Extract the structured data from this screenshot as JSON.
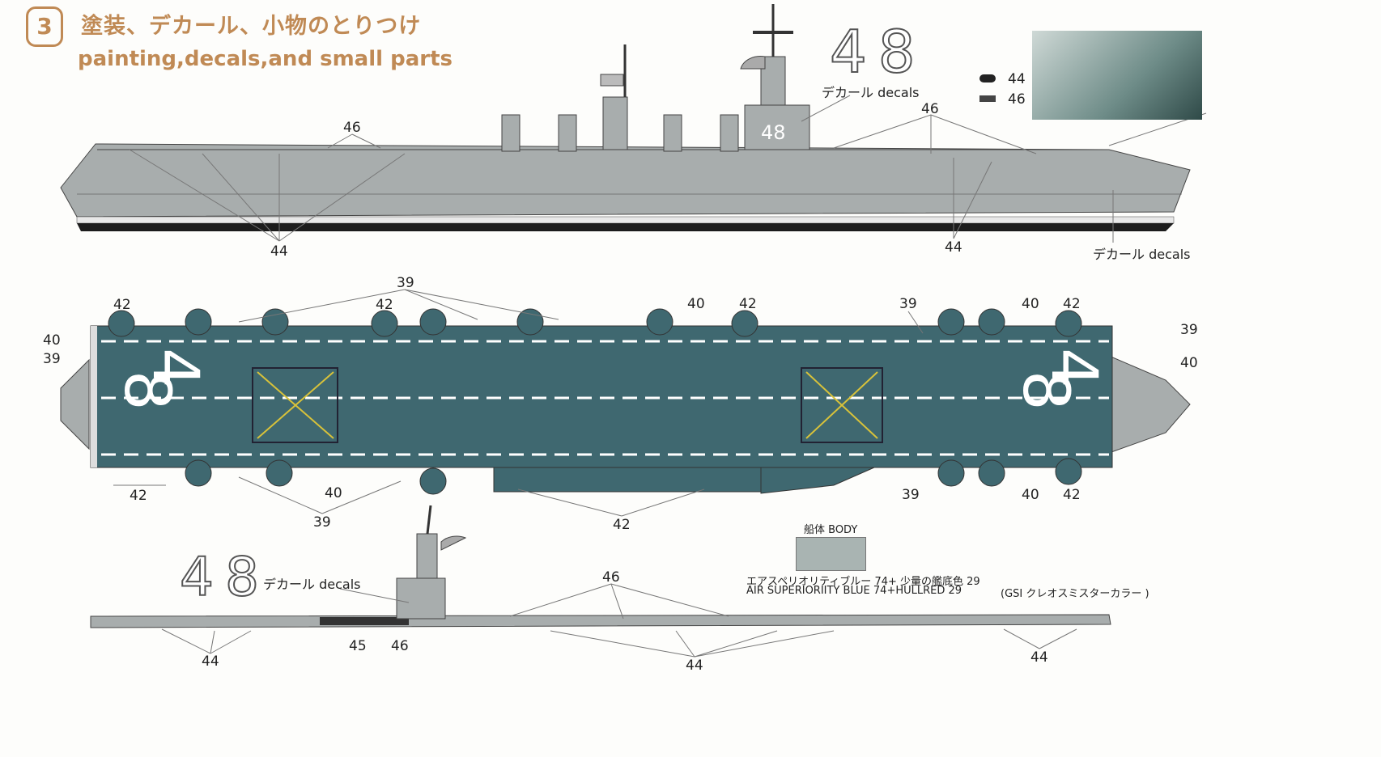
{
  "header": {
    "step_number": "3",
    "title_jp": "塗装、デカール、小物のとりつけ",
    "title_en": "painting,decals,and small parts"
  },
  "side_view": {
    "hull_number": "48",
    "decal_label_top": "デカール decals",
    "decal_label_bow": "デカール decals",
    "legend": [
      {
        "part": "44",
        "icon": "searchlight-part-icon"
      },
      {
        "part": "46",
        "icon": "radar-part-icon"
      }
    ],
    "callouts": [
      "46",
      "46",
      "44",
      "44"
    ]
  },
  "deck_view": {
    "deck_number": "48",
    "callouts_top": [
      "39",
      "42",
      "42",
      "40",
      "42",
      "39",
      "40",
      "42"
    ],
    "callouts_left": [
      "40",
      "39"
    ],
    "callouts_right": [
      "39",
      "40"
    ],
    "callouts_bottom": [
      "42",
      "40",
      "39",
      "42",
      "39",
      "40",
      "42"
    ]
  },
  "bottom_view": {
    "hull_number": "48",
    "decal_label": "デカール decals",
    "callouts": [
      "46",
      "45",
      "46",
      "44",
      "44",
      "44"
    ]
  },
  "paint": {
    "swatch_label": "船体 BODY",
    "description_jp": "エアスペリオリティブルー 74+ 少量の艦底色 29",
    "description_en": "AIR SUPERIORIITY BLUE 74+HULLRED 29",
    "brand": "(GSI クレオスミスターカラー )",
    "swatch_color": "#a9b4b2"
  },
  "colors": {
    "hull_gray": "#a8adad",
    "deck_blue": "#3f6870",
    "boot_top": "#1c1c1c",
    "title_brown": "#c08a55",
    "deck_marking_yellow": "#d8c23a"
  }
}
